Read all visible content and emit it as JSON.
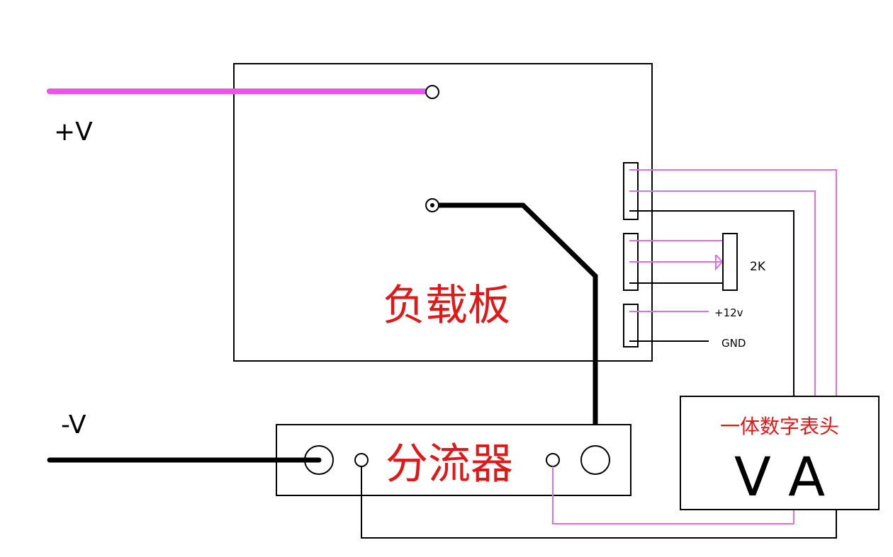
{
  "labels": {
    "positive_terminal": "+V",
    "negative_terminal": "-V",
    "load_board": "负载板",
    "shunt": "分流器",
    "potentiometer_value": "2K",
    "supply_voltage": "+12v",
    "ground": "GND",
    "meter_title": "一体数字表头",
    "meter_display": "V A"
  },
  "colors": {
    "positive_wire": "#f050f0",
    "signal_wire": "#e070e0",
    "negative_wire": "#000000",
    "chinese_label": "#e01818"
  }
}
